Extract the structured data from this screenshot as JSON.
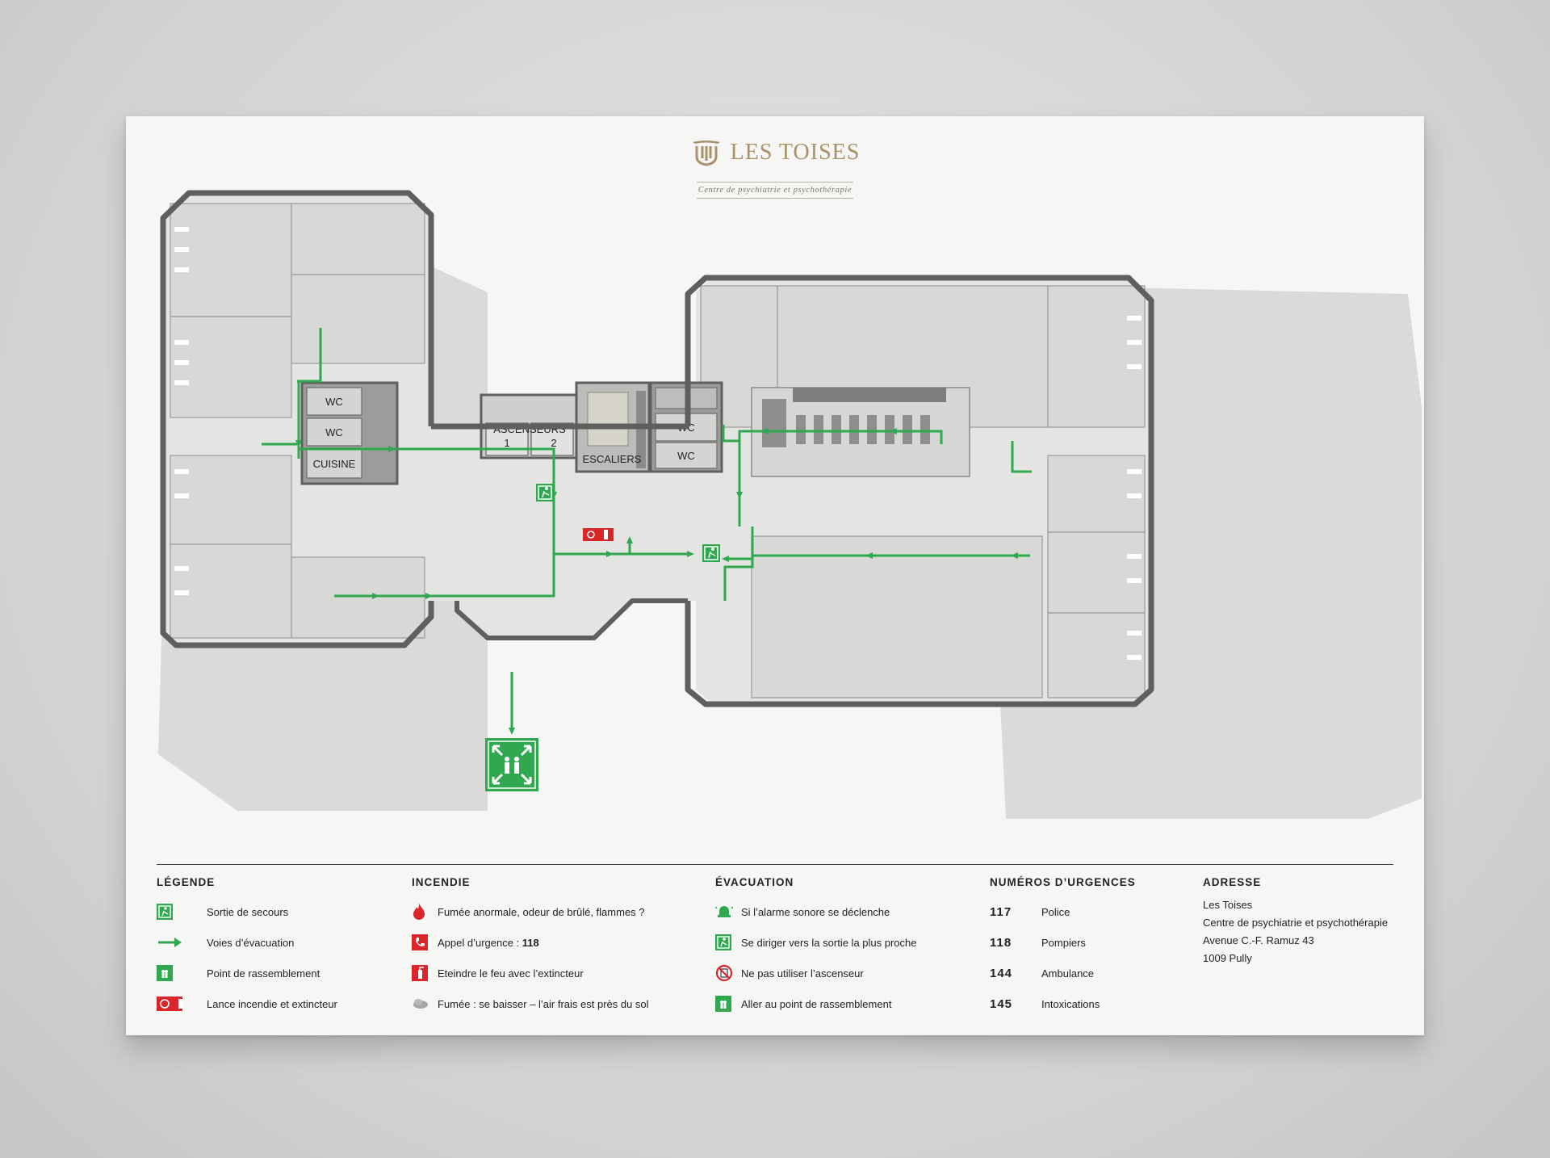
{
  "brand": {
    "name": "LES TOISES",
    "subtitle": "Centre de psychiatrie et psychothérapie",
    "color": "#a8926a"
  },
  "rooms": {
    "wc1": "WC",
    "wc2": "WC",
    "cuisine": "CUISINE",
    "ascenseurs": "ASCENSEURS",
    "asc1": "1",
    "asc2": "2",
    "escaliers": "ESCALIERS",
    "wc3": "WC",
    "wc4": "WC"
  },
  "colors": {
    "wall": "#5f5f5e",
    "route": "#2fa84f",
    "fire": "#d9262b",
    "floor": "#e4e4e2"
  },
  "legend": {
    "title": "LÉGENDE",
    "items": [
      {
        "icon": "emergency-exit-icon",
        "label": "Sortie de secours"
      },
      {
        "icon": "arrow-right-icon",
        "label": "Voies d’évacuation"
      },
      {
        "icon": "assembly-point-icon",
        "label": "Point de rassemblement"
      },
      {
        "icon": "fire-hose-extinguisher-icon",
        "label": "Lance incendie et extincteur"
      }
    ]
  },
  "incendie": {
    "title": "INCENDIE",
    "items": [
      {
        "icon": "flame-icon",
        "label": "Fumée anormale, odeur de brûlé, flammes ?"
      },
      {
        "icon": "phone-icon",
        "label": "Appel d’urgence : ",
        "bold": "118"
      },
      {
        "icon": "extinguisher-icon",
        "label": "Eteindre le feu avec l’extincteur"
      },
      {
        "icon": "smoke-icon",
        "label": "Fumée : se baisser – l’air frais est près du sol"
      }
    ]
  },
  "evacuation": {
    "title": "ÉVACUATION",
    "items": [
      {
        "icon": "alarm-icon",
        "label": "Si l’alarme sonore se déclenche"
      },
      {
        "icon": "emergency-exit-icon",
        "label": "Se diriger vers la sortie la plus proche"
      },
      {
        "icon": "no-elevator-icon",
        "label": "Ne pas utiliser l’ascenseur"
      },
      {
        "icon": "assembly-point-icon",
        "label": "Aller au point de rassemblement"
      }
    ]
  },
  "urgences": {
    "title": "NUMÉROS D’URGENCES",
    "items": [
      {
        "number": "117",
        "label": "Police"
      },
      {
        "number": "118",
        "label": "Pompiers"
      },
      {
        "number": "144",
        "label": "Ambulance"
      },
      {
        "number": "145",
        "label": "Intoxications"
      }
    ]
  },
  "adresse": {
    "title": "ADRESSE",
    "lines": [
      "Les Toises",
      "Centre de psychiatrie et psychothérapie",
      "Avenue C.-F. Ramuz 43",
      "1009 Pully"
    ]
  }
}
